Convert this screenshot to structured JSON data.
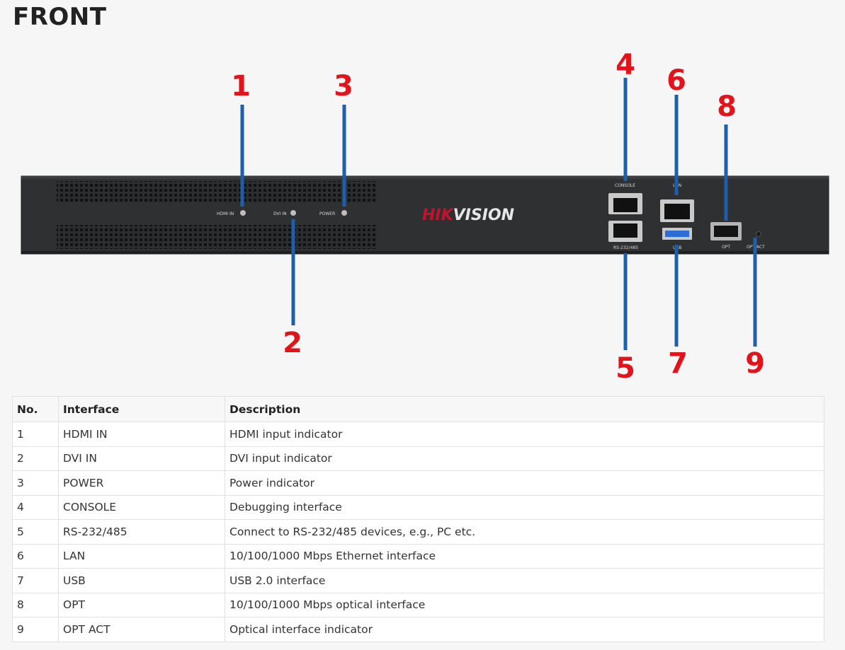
{
  "heading": "FRONT",
  "device": {
    "brand_part1": "HIK",
    "brand_part2": "VISION",
    "panel_labels": {
      "hdmi_in": "HDMI IN",
      "dvi_in": "DVI IN",
      "power": "POWER",
      "console": "CONSOLE",
      "rs232": "RS-232/485",
      "lan": "LAN",
      "usb": "USB",
      "opt": "OPT",
      "opt_act": "OPT ACT"
    },
    "callouts": [
      "1",
      "2",
      "3",
      "4",
      "5",
      "6",
      "7",
      "8",
      "9"
    ],
    "colors": {
      "callout": "#e2141b",
      "leader_line": "#1f5ea8",
      "chassis": "#2b2d2f",
      "brand_red": "#c8102e"
    }
  },
  "table": {
    "headers": [
      "No.",
      "Interface",
      "Description"
    ],
    "rows": [
      [
        "1",
        "HDMI IN",
        "HDMI input indicator"
      ],
      [
        "2",
        "DVI IN",
        "DVI input indicator"
      ],
      [
        "3",
        "POWER",
        "Power indicator"
      ],
      [
        "4",
        "CONSOLE",
        "Debugging interface"
      ],
      [
        "5",
        "RS-232/485",
        "Connect to RS-232/485 devices, e.g., PC etc."
      ],
      [
        "6",
        "LAN",
        "10/100/1000 Mbps Ethernet interface"
      ],
      [
        "7",
        "USB",
        "USB 2.0 interface"
      ],
      [
        "8",
        "OPT",
        "10/100/1000 Mbps optical interface"
      ],
      [
        "9",
        "OPT ACT",
        "Optical interface indicator"
      ]
    ]
  }
}
